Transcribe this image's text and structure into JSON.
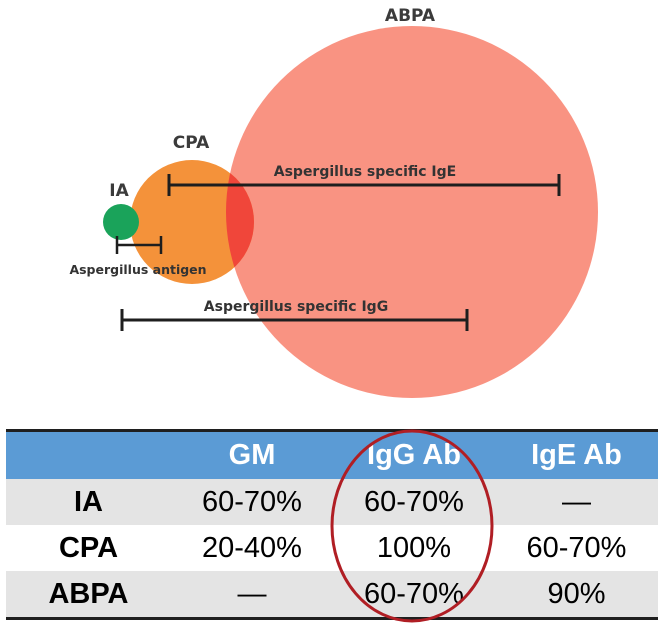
{
  "diagram": {
    "sets": [
      {
        "name": "IA",
        "color": "#1aa35a"
      },
      {
        "name": "CPA",
        "color": "#f4923a"
      },
      {
        "name": "ABPA",
        "color": "#f98a77"
      }
    ],
    "ranges": [
      {
        "label": "Aspergillus specific IgE"
      },
      {
        "label": "Aspergillus antigen"
      },
      {
        "label": "Aspergillus specific IgG"
      }
    ]
  },
  "table": {
    "columns": [
      "",
      "GM",
      "IgG Ab",
      "IgE Ab"
    ],
    "rows": [
      {
        "name": "IA",
        "values": [
          "60-70%",
          "60-70%",
          "—"
        ]
      },
      {
        "name": "CPA",
        "values": [
          "20-40%",
          "100%",
          "60-70%"
        ]
      },
      {
        "name": "ABPA",
        "values": [
          "—",
          "60-70%",
          "90%"
        ]
      }
    ],
    "highlight_color": "#b01e24"
  }
}
